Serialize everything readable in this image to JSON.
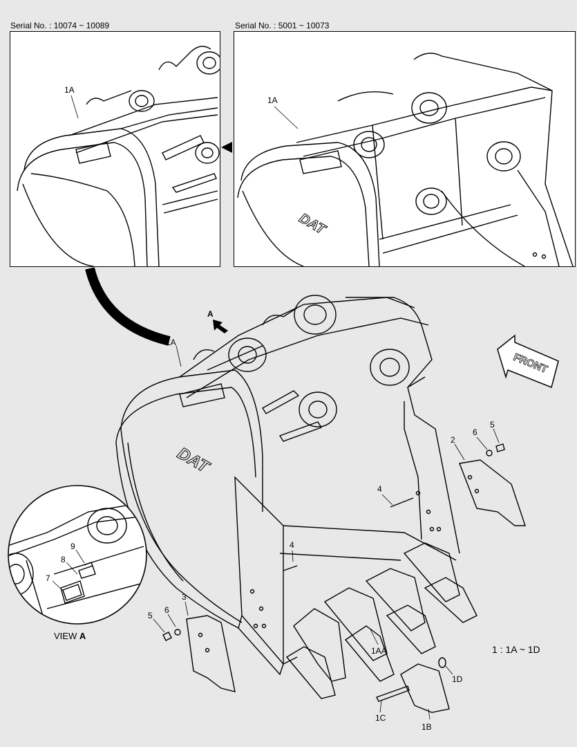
{
  "serial_left": "Serial No. : 10074 ~ 10089",
  "serial_right": "Serial No. : 5001 ~ 10073",
  "callouts": {
    "c1a_left": "1A",
    "c1a_right": "1A",
    "c1a_main": "1A",
    "arrow_a": "A",
    "c2": "2",
    "c3": "3",
    "c4_top": "4",
    "c4_mid": "4",
    "c5_right": "5",
    "c6_right": "6",
    "c5_left": "5",
    "c6_left": "6",
    "c7": "7",
    "c8": "8",
    "c9": "9",
    "c1aa": "1AA",
    "c1b": "1B",
    "c1c": "1C",
    "c1d": "1D"
  },
  "front_label": "FRONT",
  "brand_logo": "DAT",
  "view_label_prefix": "VIEW",
  "view_label_letter": "A",
  "scale_note": "1 : 1A ~ 1D"
}
